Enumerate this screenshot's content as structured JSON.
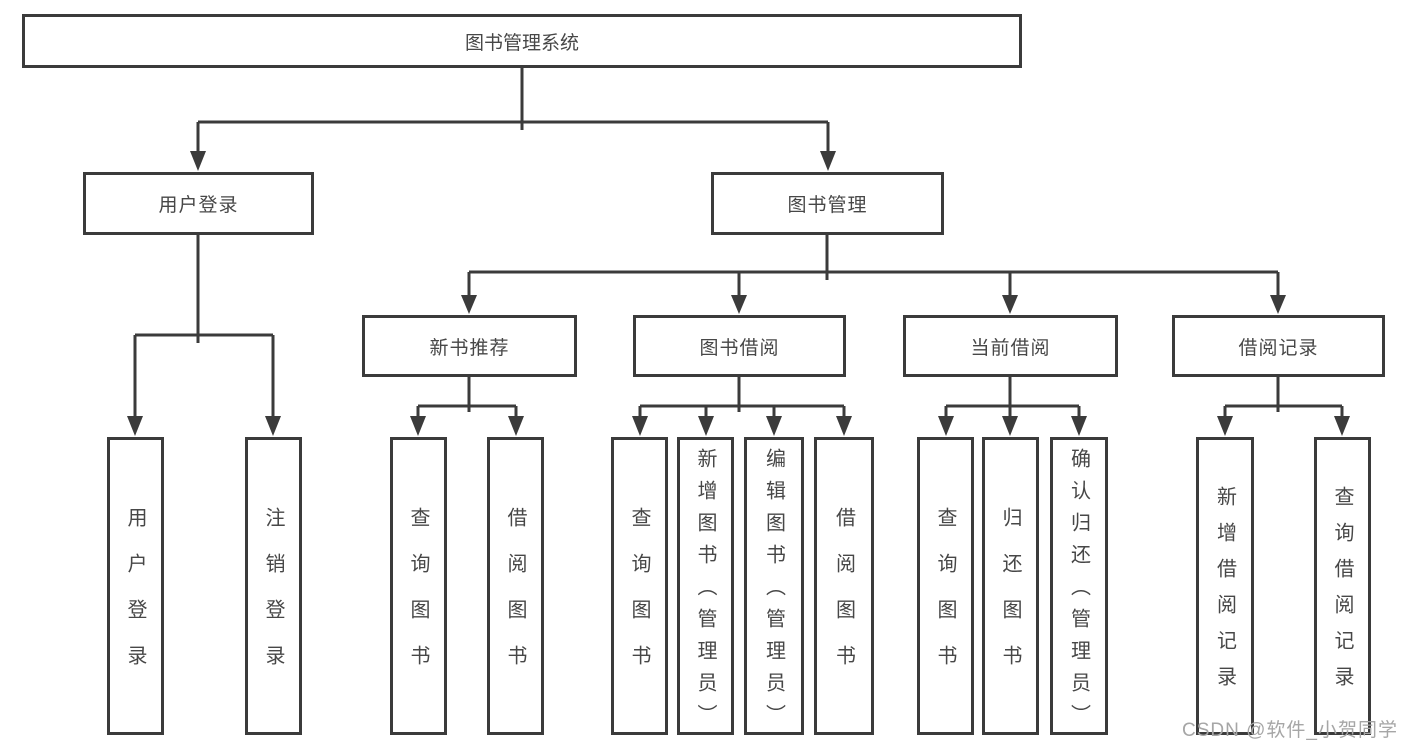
{
  "tree": {
    "root": {
      "label": "图书管理系统"
    },
    "branches": [
      {
        "label": "用户登录",
        "children": [
          "用户登录",
          "注销登录"
        ]
      },
      {
        "label": "图书管理",
        "sections": [
          {
            "label": "新书推荐",
            "children": [
              "查询图书",
              "借阅图书"
            ]
          },
          {
            "label": "图书借阅",
            "children": [
              "查询图书",
              "新增图书（管理员）",
              "编辑图书（管理员）",
              "借阅图书"
            ]
          },
          {
            "label": "当前借阅",
            "children": [
              "查询图书",
              "归还图书",
              "确认归还（管理员）"
            ]
          },
          {
            "label": "借阅记录",
            "children": [
              "新增借阅记录",
              "查询借阅记录"
            ]
          }
        ]
      }
    ]
  },
  "watermark": "CSDN @软件_小贺同学",
  "colors": {
    "line": "#3b3b3b",
    "text": "#474747",
    "watermark": "#a6a6a6",
    "background": "#ffffff"
  }
}
